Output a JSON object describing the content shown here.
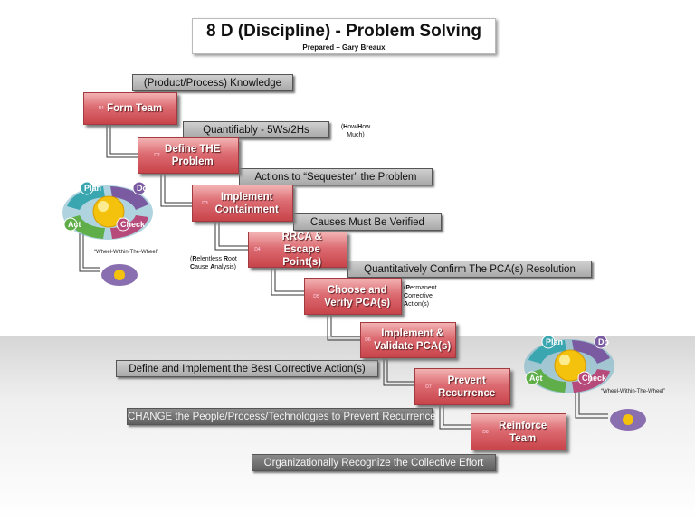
{
  "header": {
    "title": "8 D (Discipline) - Problem Solving",
    "subtitle": "Prepared – Gary Breaux"
  },
  "steps": [
    {
      "num": "D1",
      "label": "Form Team"
    },
    {
      "num": "D2",
      "label": "Define THE Problem"
    },
    {
      "num": "D3",
      "label": "Implement Containment"
    },
    {
      "num": "D4",
      "label": "RRCA & Escape Point(s)"
    },
    {
      "num": "D5",
      "label": "Choose and Verify PCA(s)"
    },
    {
      "num": "D6",
      "label": "Implement & Validate PCA(s)"
    },
    {
      "num": "D7",
      "label": "Prevent Recurrence"
    },
    {
      "num": "D8",
      "label": "Reinforce Team"
    }
  ],
  "notes": [
    "(Product/Process) Knowledge",
    "Quantifiably - 5Ws/2Hs",
    "Actions to “Sequester” the Problem",
    "Causes Must Be Verified",
    "Quantitatively Confirm The PCA(s) Resolution",
    "Define and Implement the Best Corrective Action(s)",
    "CHANGE the People/Process/Technologies to Prevent Recurrence",
    "Organizationally Recognize the Collective Effort"
  ],
  "side_notes": {
    "how_much": {
      "open": "(",
      "b1": "H",
      "t1": "ow/",
      "b2": "H",
      "t2": "ow Much)"
    },
    "rrca": {
      "open": "(",
      "b1": "R",
      "t1": "elentless ",
      "b2": "R",
      "t2": "oot",
      "b3": "C",
      "t3": "ause ",
      "b4": "A",
      "t4": "nalysis)"
    },
    "pca": {
      "open": "(",
      "b1": "P",
      "t1": "ermanent",
      "b2": "C",
      "t2": "orrective",
      "b3": "A",
      "t3": "ction(s)"
    }
  },
  "wheel": {
    "caption": "“Wheel-Within-The-Wheel”",
    "plan": "Plan",
    "do": "Do",
    "check": "Check",
    "act": "Act",
    "colors": {
      "plan": "#3aa6b0",
      "do": "#7a5aa0",
      "check": "#b64a7a",
      "act": "#5fae4a",
      "center": "#f4c20d"
    }
  }
}
